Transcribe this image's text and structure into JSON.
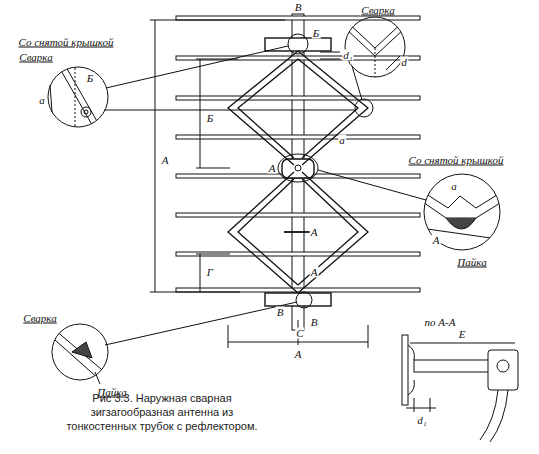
{
  "diagram": {
    "caption": "Рис 3.3. Наружная сварная зигзагообразная антенна из тонкостенных трубок с рефлектором.",
    "labels": [
      "В",
      "Б",
      "d₁",
      "Со снятой крышкой",
      "Сварка",
      "Б",
      "а",
      "Сварка",
      "d",
      "а",
      "Со снятой крышкой",
      "а",
      "А",
      "Пайка",
      "А",
      "Б",
      "А",
      "А",
      "А",
      "Сварка",
      "Пайка",
      "Г",
      "В",
      "В",
      "С",
      "А",
      "по А-А",
      "Е",
      "d₁"
    ]
  }
}
